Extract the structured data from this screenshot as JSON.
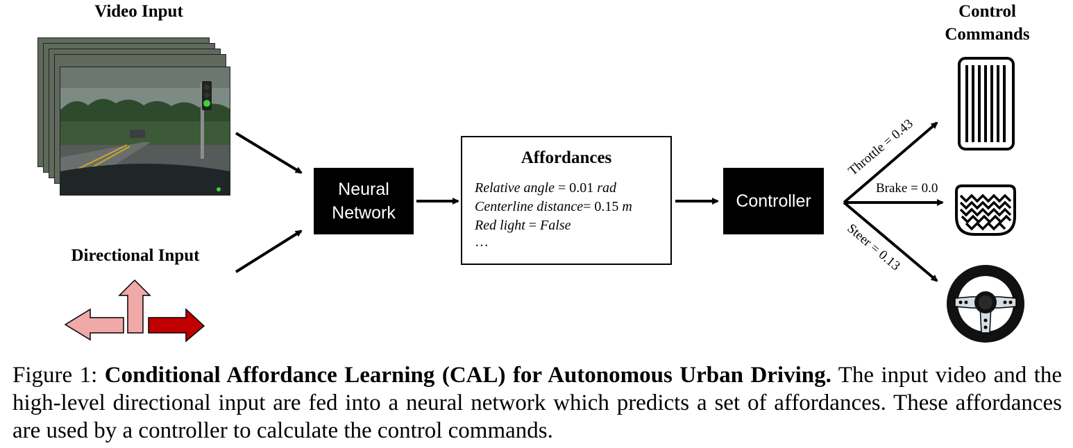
{
  "headings": {
    "video_input": "Video Input",
    "directional_input": "Directional Input",
    "control_commands_line1": "Control",
    "control_commands_line2": "Commands"
  },
  "neural_network": {
    "line1": "Neural",
    "line2": "Network"
  },
  "affordances": {
    "title": "Affordances",
    "items": [
      {
        "name": "Relative angle",
        "value": " = 0.01 ",
        "unit": "rad"
      },
      {
        "name": "Centerline distance",
        "value": "= 0.15 ",
        "unit": "m"
      },
      {
        "name": "Red light",
        "value": " = ",
        "unit": "False"
      }
    ],
    "ellipsis": "…"
  },
  "controller": {
    "label": "Controller"
  },
  "commands": {
    "throttle": "Throttle = 0.43",
    "brake": "Brake = 0.0",
    "steer": "Steer = 0.13"
  },
  "direction_arrows": {
    "left": "#f0a8a8",
    "straight": "#f0a8a8",
    "right": "#c00000"
  },
  "caption": {
    "prefix": "Figure 1: ",
    "title": "Conditional Affordance Learning (CAL) for Autonomous Urban Driving.",
    "body": " The input video and the high-level directional input are fed into a neural network which predicts a set of affordances. These affordances are used by a controller to calculate the control commands."
  }
}
